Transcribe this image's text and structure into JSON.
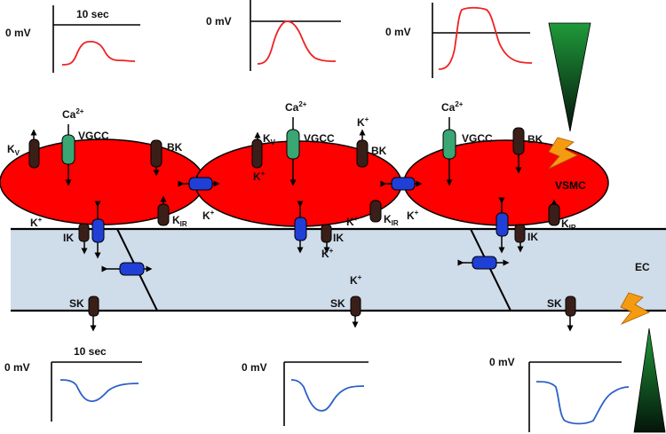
{
  "colors": {
    "vsmc_fill": "#ff0000",
    "ec_fill": "#cfdcea",
    "trace_smooth": "#ee2222",
    "trace_endo": "#2c5fc8",
    "vgcc_green": "#3aa673",
    "bk_brown": "#3a1f18",
    "gap_blue": "#1f3fd6",
    "bolt": "#f39c12"
  },
  "traces": {
    "scale_label": "10 sec",
    "zero_label": "0 mV",
    "smooth_amplitudes": [
      0.45,
      0.8,
      1.0
    ],
    "endothelial_amplitudes": [
      0.45,
      0.75,
      1.0
    ]
  },
  "cells": {
    "vsmc_label": "VSMC",
    "ec_label": "EC"
  },
  "labels": {
    "ca": "Ca",
    "ca_sup": "2+",
    "k": "K",
    "k_sup": "+",
    "kv_sub": "V",
    "kir_sub": "IR",
    "vgcc": "VGCC",
    "bk": "BK",
    "ik": "IK",
    "sk": "SK"
  }
}
